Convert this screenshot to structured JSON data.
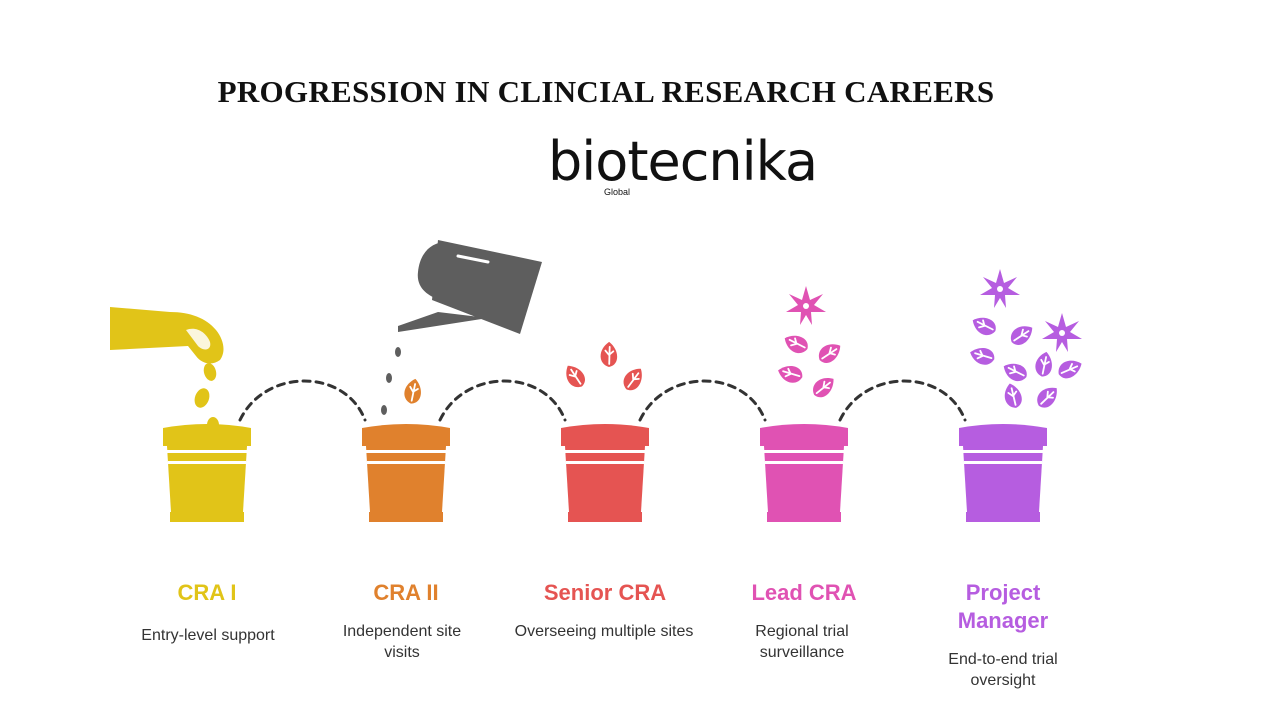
{
  "title": "PROGRESSION IN CLINCIAL RESEARCH CAREERS",
  "logo": {
    "word": "biotecnika",
    "sub": "Global"
  },
  "stages": [
    {
      "label": "CRA I",
      "desc": "Entry-level support",
      "color": "#e1c418"
    },
    {
      "label": "CRA II",
      "desc": "Independent site visits",
      "color": "#e0812d"
    },
    {
      "label": "Senior CRA",
      "desc": "Overseeing multiple sites",
      "color": "#e55452"
    },
    {
      "label": "Lead CRA",
      "desc": "Regional trial surveillance",
      "color": "#e052b3"
    },
    {
      "label": "Project Manager",
      "desc": "End-to-end trial oversight",
      "color": "#b65de0"
    }
  ],
  "icons": {
    "hand": "hand-icon",
    "watering_can": "watering-can-icon",
    "pot": "pot-icon",
    "leaf": "leaf-icon",
    "flower": "flower-icon"
  }
}
